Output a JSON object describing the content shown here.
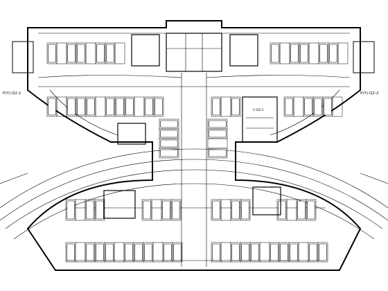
{
  "drawing": {
    "type": "underground garage electrical floor plan",
    "line_color": "#000000",
    "background": "#ffffff"
  },
  "labels": {
    "left_panel_tag": "P(Y)-Q2-1",
    "right_panel_tag": "P(Y)-Q2-2",
    "center_room_tag": "2-Q2-1"
  },
  "parking": {
    "north_left_rows": 2,
    "north_right_rows": 2,
    "south_rows": 2
  }
}
